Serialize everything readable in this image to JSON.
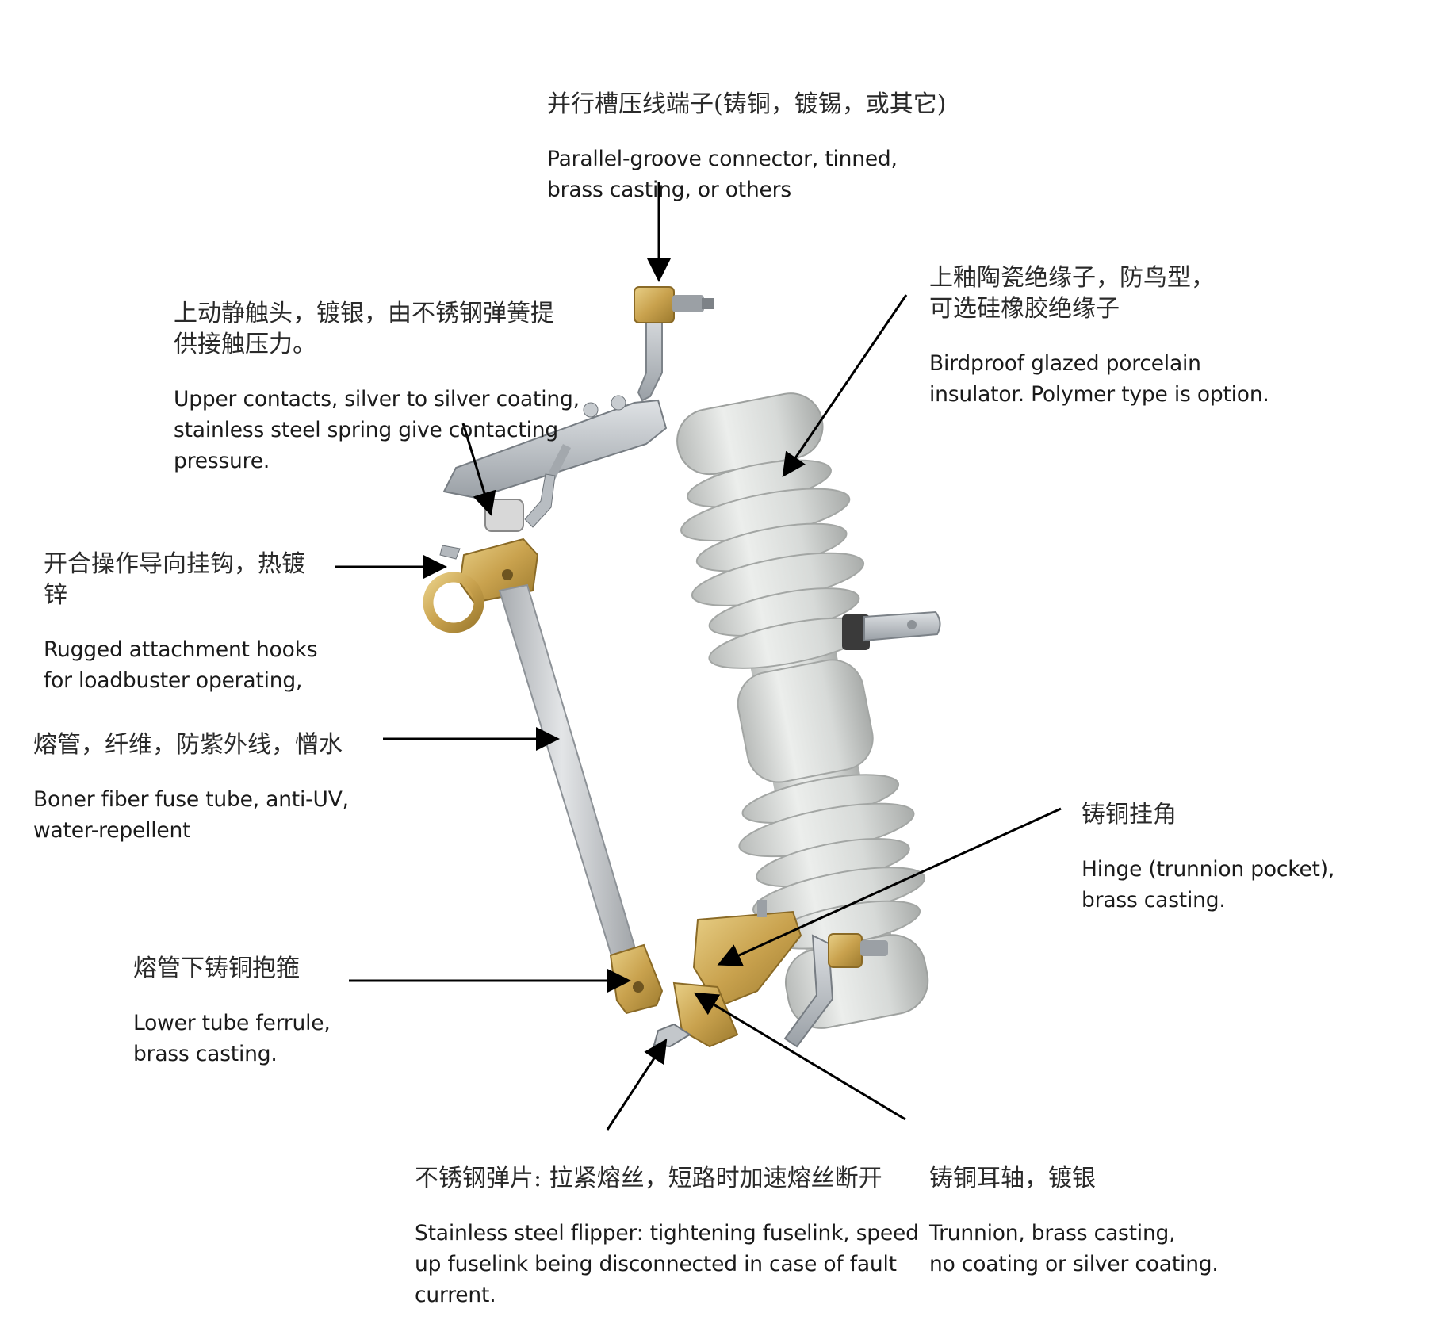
{
  "colors": {
    "background": "#ffffff",
    "text": "#1a1a1a",
    "arrow": "#000000",
    "porcelain": "#dcdedb",
    "brass": "#c9a24e",
    "steel": "#b9bec4",
    "fuse_tube": "#c8ccd0"
  },
  "callouts": {
    "connector": {
      "zh": "并行槽压线端子(铸铜，镀锡，或其它)",
      "en": "Parallel-groove connector, tinned,\n brass casting, or others"
    },
    "insulator": {
      "zh": "上釉陶瓷绝缘子，防鸟型，\n可选硅橡胶绝缘子",
      "en": "Birdproof glazed porcelain\ninsulator. Polymer type is option."
    },
    "upper_contacts": {
      "zh": "上动静触头，镀银，由不锈钢弹簧提\n供接触压力。",
      "en": "Upper contacts, silver to silver coating,\nstainless steel spring give contacting\n pressure."
    },
    "hooks": {
      "zh": "开合操作导向挂钩，热镀\n锌",
      "en": "Rugged attachment hooks\nfor loadbuster operating,"
    },
    "fuse_tube": {
      "zh": "熔管，纤维，防紫外线，憎水",
      "en": "Boner fiber fuse tube, anti-UV,\nwater-repellent"
    },
    "hinge": {
      "zh": "铸铜挂角",
      "en": "Hinge (trunnion pocket),\nbrass casting."
    },
    "ferrule": {
      "zh": "熔管下铸铜抱箍",
      "en": "Lower tube ferrule,\nbrass casting."
    },
    "flipper": {
      "zh": "不锈钢弹片: 拉紧熔丝，短路时加速熔丝断开",
      "en": "Stainless steel flipper: tightening fuselink, speed\nup fuselink being disconnected in case of fault\ncurrent."
    },
    "trunnion": {
      "zh": "铸铜耳轴，镀银",
      "en": "Trunnion, brass casting,\nno coating or silver coating."
    }
  }
}
